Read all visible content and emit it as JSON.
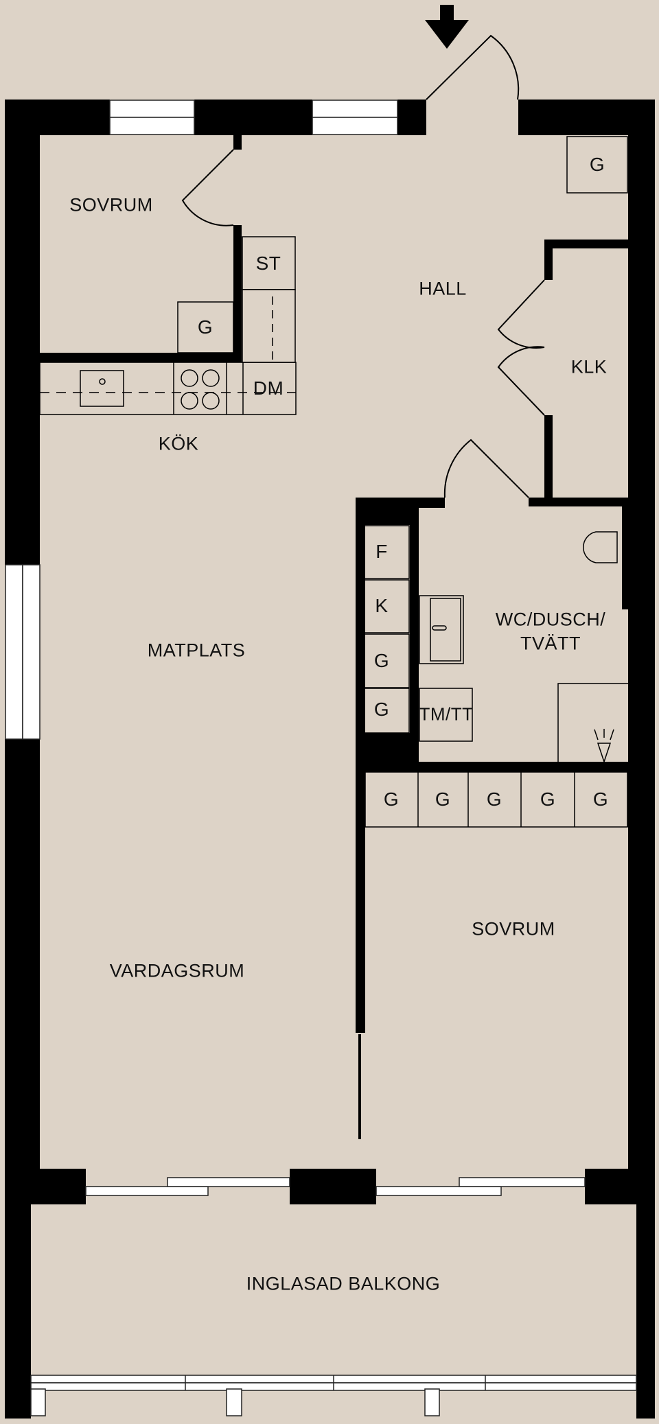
{
  "floorplan": {
    "background": "#ddd3c7",
    "wall_color": "#000000",
    "entrance_icon": "arrow-down-icon",
    "rooms": {
      "sovrum_1": "SOVRUM",
      "hall": "HALL",
      "klk": "KLK",
      "kok": "KÖK",
      "matplats": "MATPLATS",
      "wc_line1": "WC/DUSCH/",
      "wc_line2": "TVÄTT",
      "sovrum_2": "SOVRUM",
      "vardagsrum": "VARDAGSRUM",
      "balkong": "INGLASAD BALKONG"
    },
    "fixtures": {
      "hall_wardrobe": "G",
      "bedroom1_wardrobe": "G",
      "st": "ST",
      "dm": "DM",
      "closet_f": "F",
      "closet_k": "K",
      "closet_g1": "G",
      "closet_g2": "G",
      "tm_tt": "TM/TT",
      "bedroom2_wardrobes": [
        "G",
        "G",
        "G",
        "G",
        "G"
      ]
    }
  }
}
